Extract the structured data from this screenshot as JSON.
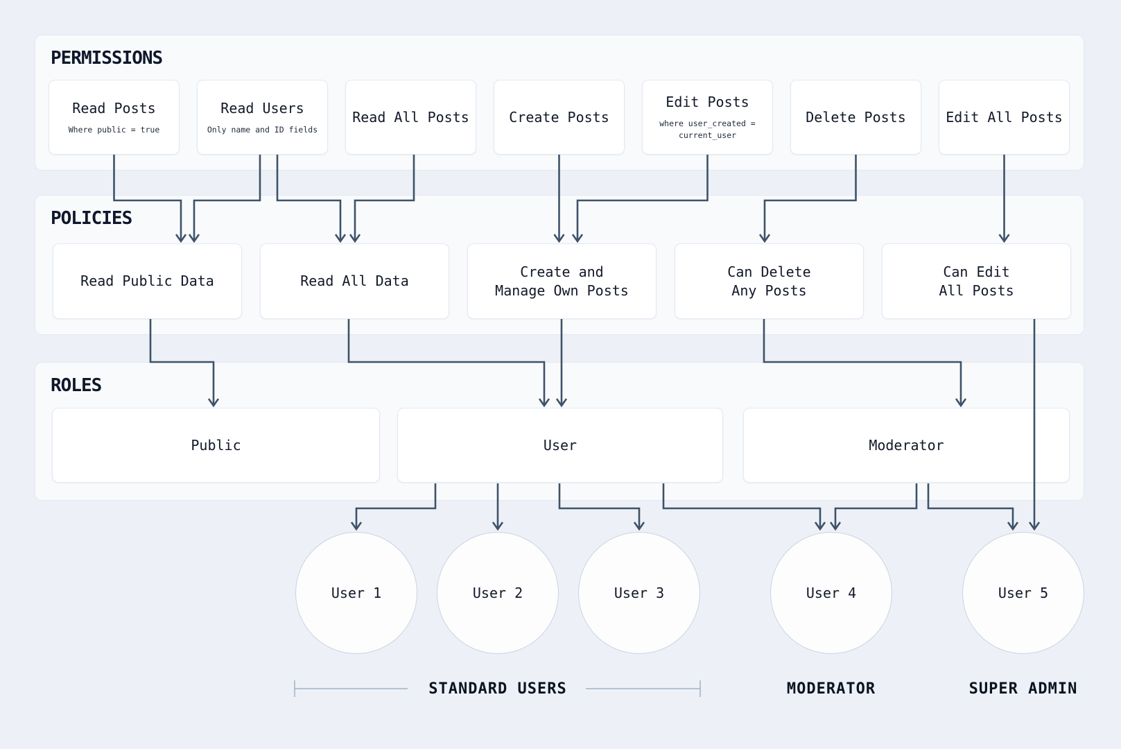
{
  "permissions": {
    "title": "PERMISSIONS",
    "items": [
      {
        "label": "Read Posts",
        "note": "Where public = true"
      },
      {
        "label": "Read Users",
        "note": "Only name and ID fields"
      },
      {
        "label": "Read All Posts",
        "note": ""
      },
      {
        "label": "Create Posts",
        "note": ""
      },
      {
        "label": "Edit Posts",
        "note": "where user_created = current_user"
      },
      {
        "label": "Delete Posts",
        "note": ""
      },
      {
        "label": "Edit All Posts",
        "note": ""
      }
    ]
  },
  "policies": {
    "title": "POLICIES",
    "items": [
      {
        "label": "Read Public Data"
      },
      {
        "label": "Read All Data"
      },
      {
        "label": "Create and\nManage Own Posts"
      },
      {
        "label": "Can Delete\nAny Posts"
      },
      {
        "label": "Can Edit\nAll Posts"
      }
    ]
  },
  "roles": {
    "title": "ROLES",
    "items": [
      {
        "label": "Public"
      },
      {
        "label": "User"
      },
      {
        "label": "Moderator"
      }
    ]
  },
  "users": {
    "items": [
      {
        "label": "User 1"
      },
      {
        "label": "User 2"
      },
      {
        "label": "User 3"
      },
      {
        "label": "User 4"
      },
      {
        "label": "User 5"
      }
    ]
  },
  "groups": {
    "standard": "STANDARD USERS",
    "moderator": "MODERATOR",
    "super_admin": "SUPER ADMIN"
  },
  "colors": {
    "background": "#edf1f7",
    "panel": "#f8fafc",
    "panel_border": "#e3e9f1",
    "node_border": "#e4e9f1",
    "circle_border": "#c9d4e2",
    "arrow": "#3e5268",
    "bracket": "#9fb3c8",
    "text": "#111827"
  }
}
